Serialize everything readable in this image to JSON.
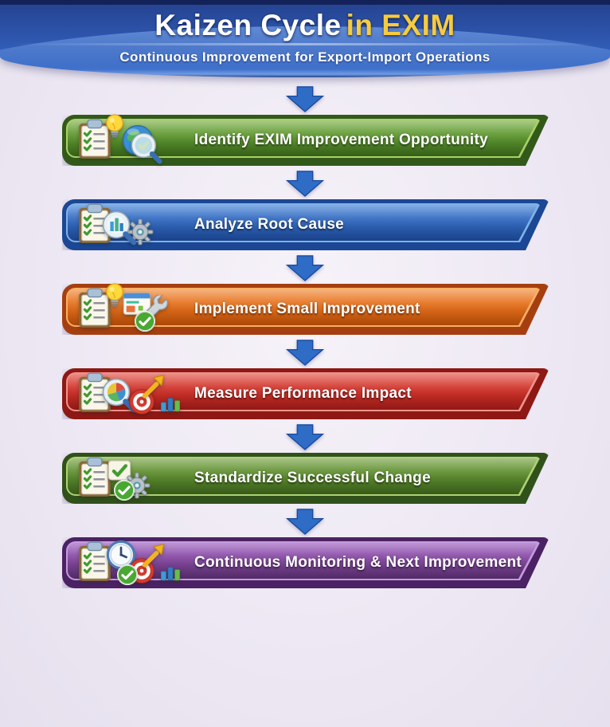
{
  "page": {
    "background": "#ece7f2"
  },
  "header": {
    "title": {
      "main": "Kaizen Cycle",
      "accent": "in EXIM",
      "accent_color": "#f6cb3d"
    },
    "subtitle": "Continuous Improvement for Export-Import Operations",
    "colors": {
      "top_strip": "#13235a",
      "panel_top": "#24428e",
      "panel_bottom": "#3a70cf"
    }
  },
  "flow": {
    "arrow": {
      "icon": "down-arrow-icon",
      "fill": "#2e6cc6",
      "stroke": "#1a4a9e"
    },
    "steps": [
      {
        "label": "Identify EXIM Improvement Opportunity",
        "icons": [
          "clipboard-icon",
          "lightbulb-icon",
          "globe-icon",
          "magnifier-icon"
        ],
        "colors": {
          "rim": "#33591a",
          "ring": "#a9d164",
          "face_top": "#83b453",
          "face_mid": "#5d9530",
          "face_bottom": "#3f711c"
        }
      },
      {
        "label": "Analyze Root Cause",
        "icons": [
          "clipboard-icon",
          "magnifier-chart-icon",
          "gear-icon"
        ],
        "colors": {
          "rim": "#1b4794",
          "ring": "#7fb2ea",
          "face_top": "#4f8ad8",
          "face_mid": "#3268bd",
          "face_bottom": "#1f4fa4"
        }
      },
      {
        "label": "Implement Small Improvement",
        "icons": [
          "clipboard-icon",
          "lightbulb-icon",
          "browser-icon",
          "check-badge-icon",
          "wrench-icon"
        ],
        "colors": {
          "rim": "#a63f10",
          "ring": "#f7b066",
          "face_top": "#f19144",
          "face_mid": "#e4701d",
          "face_bottom": "#cc5509"
        }
      },
      {
        "label": "Measure Performance Impact",
        "icons": [
          "clipboard-icon",
          "magnifier-pie-icon",
          "target-icon",
          "up-arrow-icon",
          "bar-chart-icon"
        ],
        "colors": {
          "rim": "#8e1814",
          "ring": "#f0928c",
          "face_top": "#e25b50",
          "face_mid": "#ce322a",
          "face_bottom": "#ad1d18"
        }
      },
      {
        "label": "Standardize Successful Change",
        "icons": [
          "clipboard-icon",
          "check-card-icon",
          "check-badge-icon",
          "gear-icon"
        ],
        "colors": {
          "rim": "#31511a",
          "ring": "#aed173",
          "face_top": "#7ea74e",
          "face_mid": "#5c8c2f",
          "face_bottom": "#426c1d"
        }
      },
      {
        "label": "Continuous Monitoring & Next Improvement",
        "icons": [
          "clipboard-icon",
          "clock-icon",
          "check-badge-icon",
          "target-icon",
          "up-arrow-icon",
          "bar-chart-icon"
        ],
        "colors": {
          "rim": "#4b2263",
          "ring": "#c59ade",
          "face_top": "#a266c2",
          "face_mid": "#84489f",
          "face_bottom": "#613379"
        }
      }
    ]
  }
}
